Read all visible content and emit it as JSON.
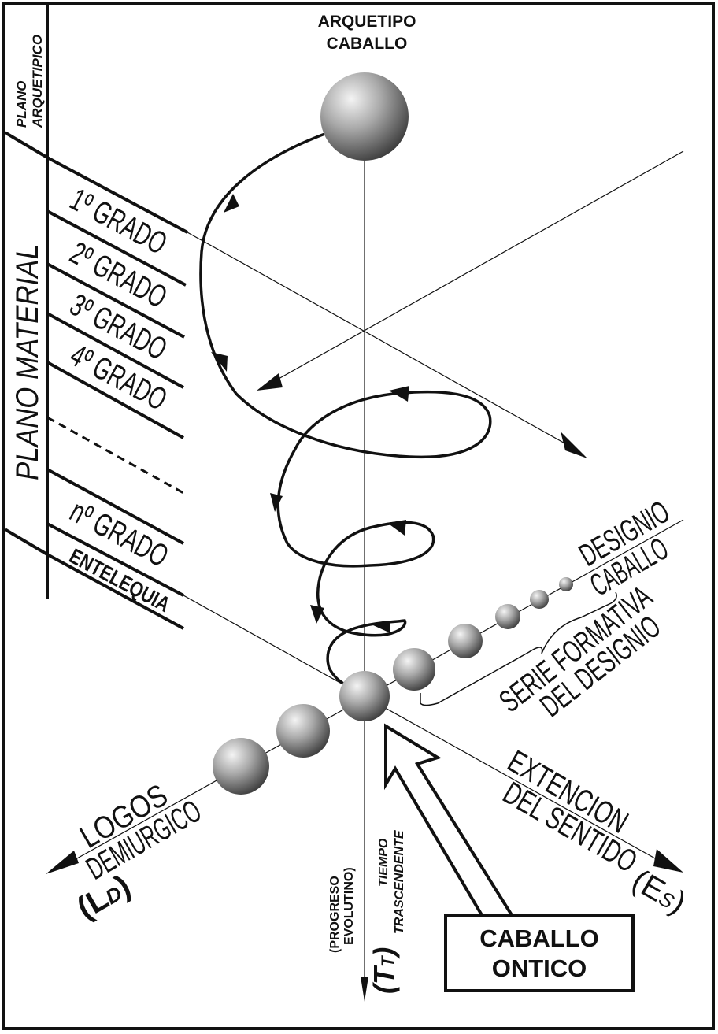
{
  "archetype": {
    "line1": "ARQUETIPO",
    "line2": "CABALLO"
  },
  "planes": {
    "arquetipico_line1": "PLANO",
    "arquetipico_line2": "ARQUETIPICO",
    "material": "PLANO MATERIAL"
  },
  "grades": [
    "1º GRADO",
    "2º GRADO",
    "3º GRADO",
    "4º GRADO",
    "nº GRADO"
  ],
  "entelequia": "ENTELEQUIA",
  "designio": {
    "line1": "DESIGNIO",
    "line2": "CABALLO"
  },
  "serie": {
    "line1": "SERIE FORMATIVA",
    "line2": "DEL DESIGNIO"
  },
  "extension": {
    "line1": "EXTENCION",
    "line2": "DEL SENTIDO",
    "symbol_main": "(E",
    "symbol_sub": "S",
    "symbol_close": ")"
  },
  "logos": {
    "line1": "LOGOS",
    "line2": "DEMIURGICO",
    "symbol_main": "(L",
    "symbol_sub": "D",
    "symbol_close": ")"
  },
  "tiempo": {
    "progreso_line1": "(PROGRESO",
    "progreso_line2": "EVOLUTINO)",
    "tiempo_line1": "TIEMPO",
    "tiempo_line2": "TRASCENDENTE",
    "symbol_main": "(T",
    "symbol_sub": "T",
    "symbol_close": ")"
  },
  "callout": {
    "line1": "CABALLO",
    "line2": "ONTICO"
  }
}
